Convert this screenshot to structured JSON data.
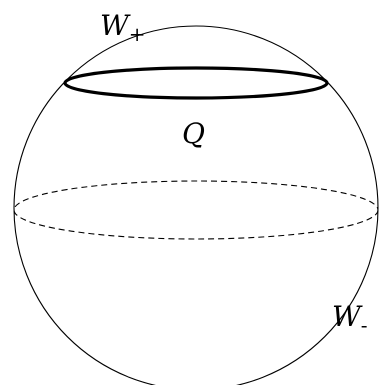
{
  "diagram": {
    "labels": {
      "w_plus": {
        "base": "W",
        "sub": "+"
      },
      "q": "Q",
      "w_minus": {
        "base": "W",
        "sub": "-"
      }
    },
    "colors": {
      "stroke": "#000000",
      "background": "#ffffff"
    }
  }
}
